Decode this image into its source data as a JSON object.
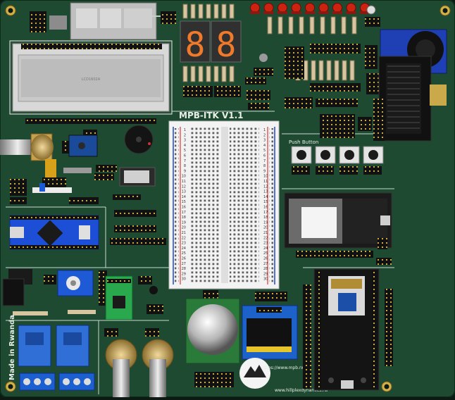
{
  "board": {
    "title": "MPB-ITK V1.1",
    "made_in": "Made in Rwanda",
    "website": "www.hillplexdynamics.rw",
    "mini_url": "https://www.mpb.rw",
    "push_buttons_label": "Push Button",
    "lcd_text": "LCD1602A"
  },
  "colors": {
    "pcb": "#1f4a32",
    "pcb_dark": "#153826",
    "silkscreen": "#e8efe9",
    "header": "#111111",
    "pad": "#c9a94a",
    "led": "#cc2211",
    "seven_seg": "#f07a2a",
    "relay_blue": "#2f6fd6",
    "esp_black": "#141414",
    "oled_blue": "#1d62c9",
    "terminal_blue": "#1b5fd0"
  },
  "icons": {
    "mounting_hole": "circle",
    "logo": "mountain-logo"
  }
}
